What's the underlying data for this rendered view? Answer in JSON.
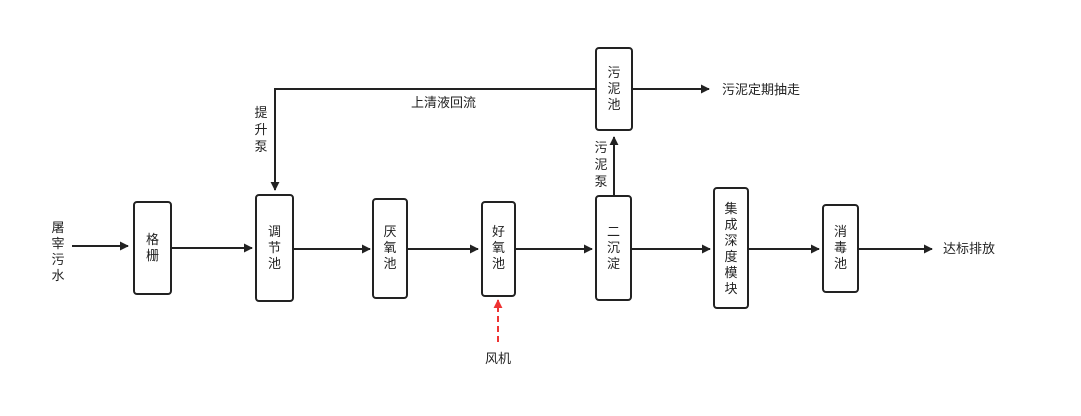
{
  "colors": {
    "stroke": "#222222",
    "text": "#222222",
    "air": "#ee3333",
    "background": "#ffffff"
  },
  "input_label": "屠宰污水",
  "boxes": {
    "screen": "格栅",
    "equalization": "调节池",
    "anaerobic": "厌氧池",
    "aerobic": "好氧池",
    "secondary": "二沉淀",
    "advanced": "集成深度模块",
    "disinfection": "消毒池",
    "sludge": "污泥池"
  },
  "labels": {
    "discharge": "达标排放",
    "blower": "风机",
    "lift_pump": "提升泵",
    "sludge_pump": "污泥泵",
    "supernatant_return": "上清液回流",
    "sludge_removal": "污泥定期抽走"
  }
}
